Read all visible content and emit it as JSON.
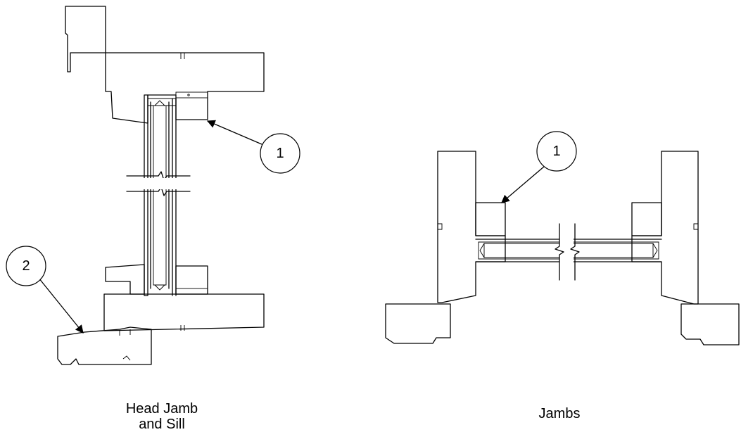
{
  "callouts": {
    "head_weatherstrip": "1",
    "sill_part": "2",
    "jamb_weatherstrip": "1"
  },
  "captions": {
    "left_line1": "Head Jamb",
    "left_line2": "and Sill",
    "right": "Jambs"
  }
}
